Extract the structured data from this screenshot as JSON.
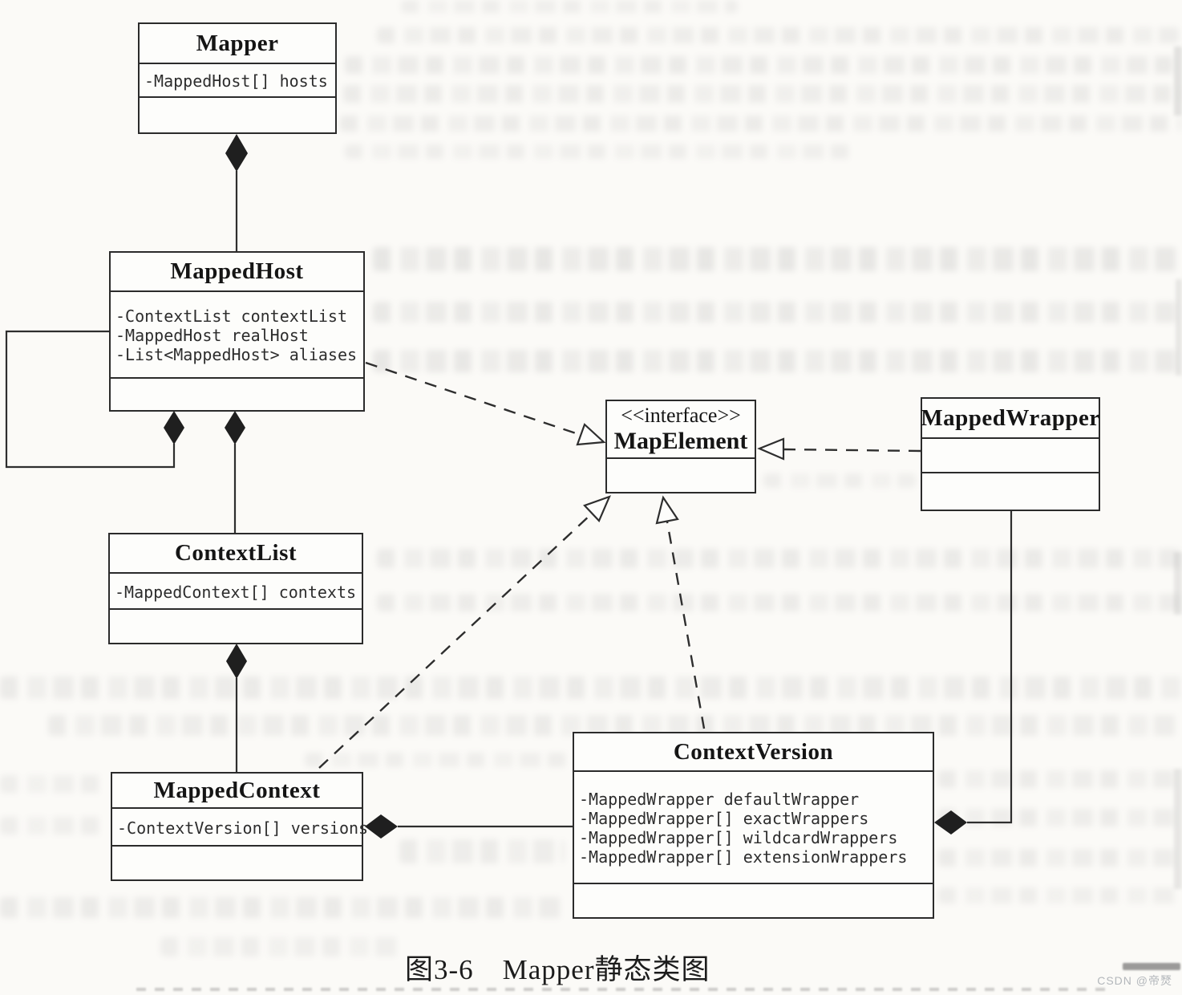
{
  "page": {
    "caption": "图3-6　Mapper静态类图",
    "watermark": "CSDN @帝燹"
  },
  "diagram": {
    "classes": [
      {
        "name": "Mapper",
        "stereotype": null,
        "attributes": [
          "-MappedHost[] hosts"
        ]
      },
      {
        "name": "MappedHost",
        "stereotype": null,
        "attributes": [
          "-ContextList contextList",
          "-MappedHost realHost",
          "-List<MappedHost> aliases"
        ]
      },
      {
        "name": "ContextList",
        "stereotype": null,
        "attributes": [
          "-MappedContext[] contexts"
        ]
      },
      {
        "name": "MappedContext",
        "stereotype": null,
        "attributes": [
          "-ContextVersion[] versions"
        ]
      },
      {
        "name": "MapElement",
        "stereotype": "<<interface>>",
        "attributes": []
      },
      {
        "name": "MappedWrapper",
        "stereotype": null,
        "attributes": []
      },
      {
        "name": "ContextVersion",
        "stereotype": null,
        "attributes": [
          "-MappedWrapper defaultWrapper",
          "-MappedWrapper[] exactWrappers",
          "-MappedWrapper[] wildcardWrappers",
          "-MappedWrapper[] extensionWrappers"
        ]
      }
    ],
    "relationships": [
      {
        "from": "Mapper",
        "to": "MappedHost",
        "type": "composition"
      },
      {
        "from": "MappedHost",
        "to": "MappedHost",
        "type": "composition-self"
      },
      {
        "from": "MappedHost",
        "to": "ContextList",
        "type": "composition"
      },
      {
        "from": "ContextList",
        "to": "MappedContext",
        "type": "composition"
      },
      {
        "from": "MappedContext",
        "to": "ContextVersion",
        "type": "composition"
      },
      {
        "from": "ContextVersion",
        "to": "MappedWrapper",
        "type": "composition"
      },
      {
        "from": "MappedHost",
        "to": "MapElement",
        "type": "realization"
      },
      {
        "from": "MappedContext",
        "to": "MapElement",
        "type": "realization"
      },
      {
        "from": "ContextVersion",
        "to": "MapElement",
        "type": "realization"
      },
      {
        "from": "MappedWrapper",
        "to": "MapElement",
        "type": "realization"
      }
    ]
  }
}
